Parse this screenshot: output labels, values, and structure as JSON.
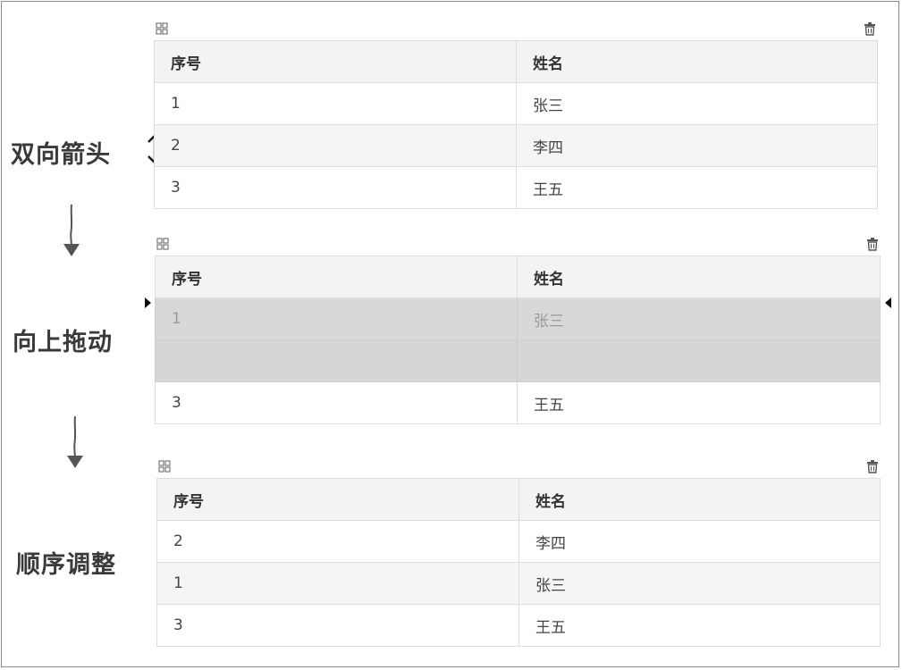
{
  "steps": {
    "step1_label": "双向箭头",
    "step2_label": "向上拖动",
    "step3_label": "顺序调整"
  },
  "icons": {
    "toolbar_left": "grid-icon",
    "toolbar_right": "trash-icon",
    "cursor": "resize-vertical-icon",
    "flow": "down-arrow-icon"
  },
  "table1": {
    "headers": [
      "序号",
      "姓名"
    ],
    "rows": [
      [
        "1",
        "张三"
      ],
      [
        "2",
        "李四"
      ],
      [
        "3",
        "王五"
      ]
    ]
  },
  "table2": {
    "headers": [
      "序号",
      "姓名"
    ],
    "rows": [
      [
        "1",
        "张三"
      ],
      [
        "",
        ""
      ],
      [
        "3",
        "王五"
      ]
    ]
  },
  "table3": {
    "headers": [
      "序号",
      "姓名"
    ],
    "rows": [
      [
        "2",
        "李四"
      ],
      [
        "1",
        "张三"
      ],
      [
        "3",
        "王五"
      ]
    ]
  },
  "colors": {
    "header_bg": "#f3f3f3",
    "drag_bg": "#d8d8d8",
    "label": "#3a3a3a"
  }
}
